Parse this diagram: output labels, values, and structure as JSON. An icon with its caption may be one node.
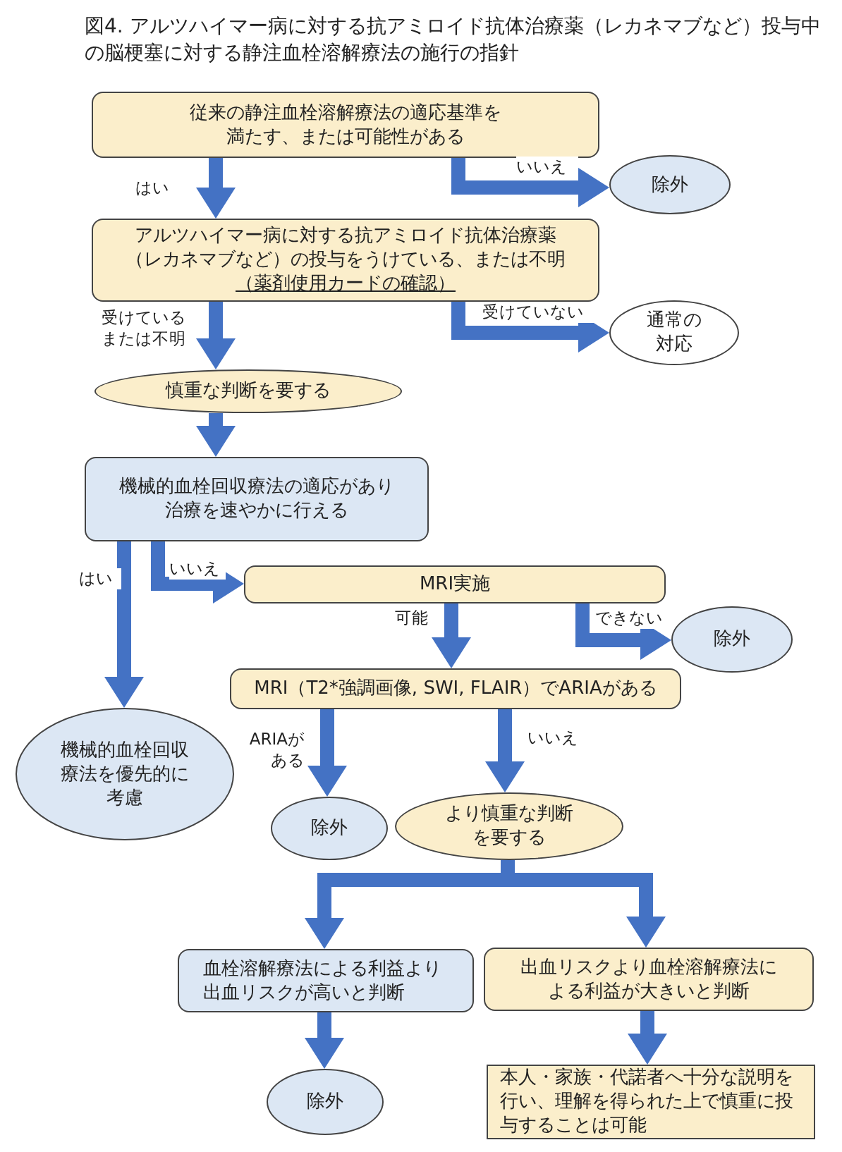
{
  "diagram": {
    "title": "図4. アルツハイマー病に対する抗アミロイド抗体治療薬（レカネマブなど）投与中の脳梗塞に対する静注血栓溶解療法の施行の指針",
    "nodes": [
      {
        "text": [
          "従来の静注血栓溶解療法の適応基準を満たす、または可能性がある"
        ]
      },
      {
        "text": [
          "除外"
        ]
      },
      {
        "text": [
          "アルツハイマー病に対する抗アミロイド抗体治療薬（レカネマブなど）の投与をうけている、または不明",
          "（薬剤使用カードの確認）"
        ]
      },
      {
        "text": [
          "通常の対応"
        ]
      },
      {
        "text": [
          "慎重な判断を要する"
        ]
      },
      {
        "text": [
          "機械的血栓回収療法の適応があり治療を速やかに行える"
        ]
      },
      {
        "text": [
          "MRI実施"
        ]
      },
      {
        "text": [
          "除外"
        ]
      },
      {
        "text": [
          "MRI（T2*強調画像, SWI, FLAIR）でARIAがある"
        ]
      },
      {
        "text": [
          "機械的血栓回収療法を優先的に考慮"
        ]
      },
      {
        "text": [
          "除外"
        ]
      },
      {
        "text": [
          "より慎重な判断を要する"
        ]
      },
      {
        "text": [
          "血栓溶解療法による利益より出血リスクが高いと判断"
        ]
      },
      {
        "text": [
          "出血リスクより血栓溶解療法による利益が大きいと判断"
        ]
      },
      {
        "text": [
          "除外"
        ]
      },
      {
        "text": [
          "本人・家族・代諾者へ十分な説明を行い、理解を得られた上で慎重に投与することは可能"
        ]
      }
    ],
    "edges": [
      {
        "from": 0,
        "to": 2,
        "arrow": "to",
        "label": "はい"
      },
      {
        "from": 0,
        "to": 1,
        "arrow": "to",
        "label": "いいえ"
      },
      {
        "from": 2,
        "to": 4,
        "arrow": "to",
        "label": "受けているまたは不明"
      },
      {
        "from": 2,
        "to": 3,
        "arrow": "to",
        "label": "受けていない"
      },
      {
        "from": 4,
        "to": 5,
        "arrow": "to"
      },
      {
        "from": 5,
        "to": 9,
        "arrow": "to",
        "label": "はい"
      },
      {
        "from": 5,
        "to": 6,
        "arrow": "to",
        "label": "いいえ"
      },
      {
        "from": 6,
        "to": 8,
        "arrow": "to",
        "label": "可能"
      },
      {
        "from": 6,
        "to": 7,
        "arrow": "to",
        "label": "できない"
      },
      {
        "from": 8,
        "to": 10,
        "arrow": "to",
        "label": "ARIAがある"
      },
      {
        "from": 8,
        "to": 11,
        "arrow": "to",
        "label": "いいえ"
      },
      {
        "from": 11,
        "to": 12,
        "arrow": "to"
      },
      {
        "from": 11,
        "to": 13,
        "arrow": "to"
      },
      {
        "from": 12,
        "to": 14,
        "arrow": "to"
      },
      {
        "from": 13,
        "to": 15,
        "arrow": "to"
      }
    ]
  }
}
